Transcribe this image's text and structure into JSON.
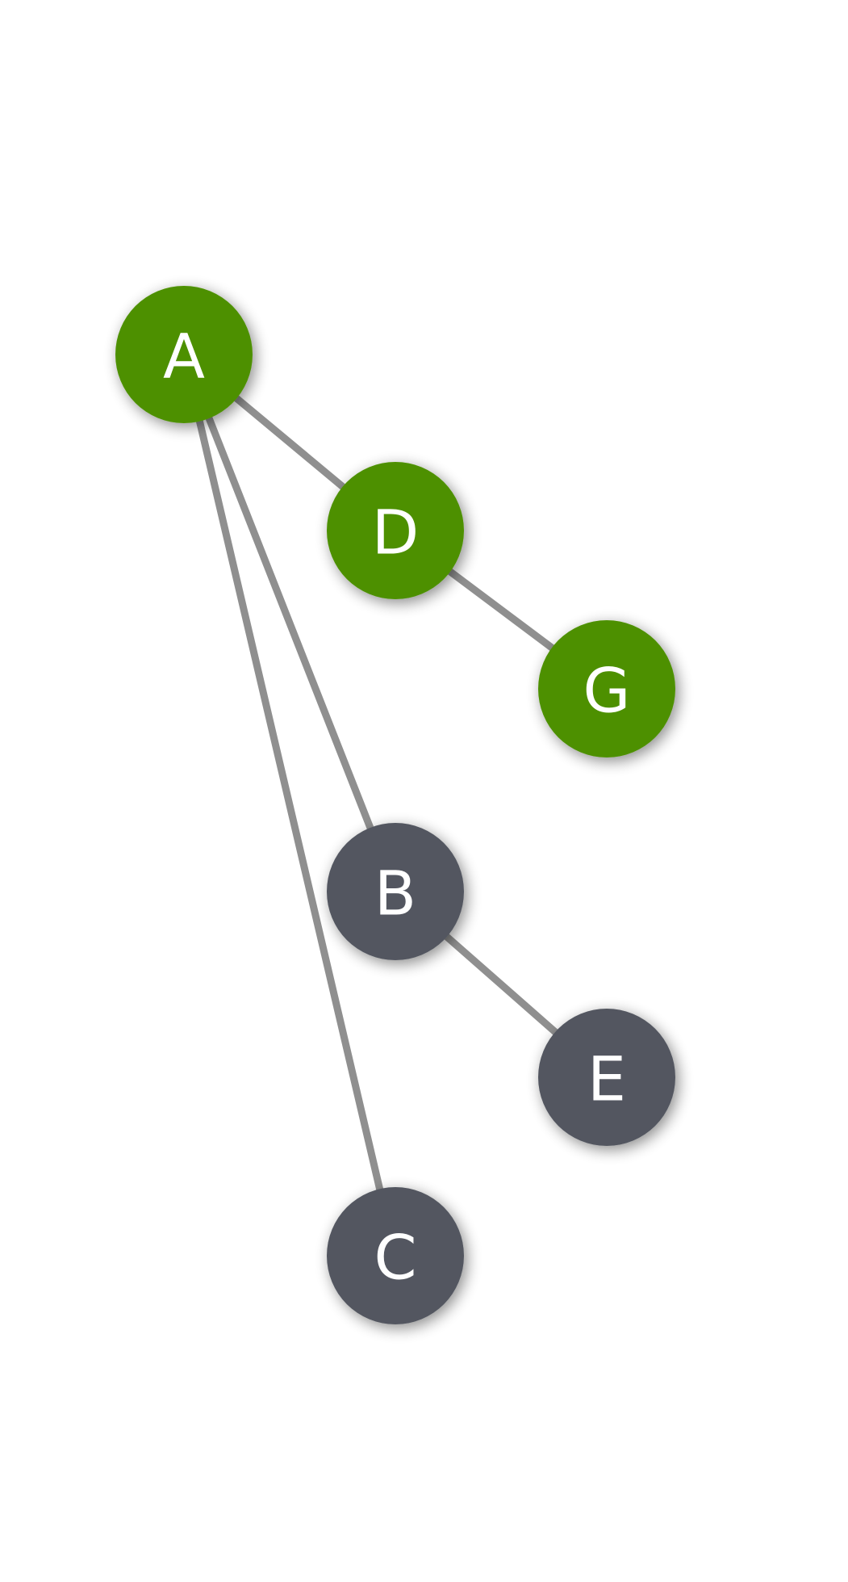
{
  "diagram": {
    "type": "tree",
    "colors": {
      "highlighted_node": "#4e9000",
      "default_node": "#525760",
      "edge": "#8f8f8f",
      "label": "#ffffff",
      "background": "#ffffff"
    },
    "nodes": [
      {
        "id": "A",
        "label": "A",
        "highlighted": true
      },
      {
        "id": "D",
        "label": "D",
        "highlighted": true
      },
      {
        "id": "G",
        "label": "G",
        "highlighted": true
      },
      {
        "id": "B",
        "label": "B",
        "highlighted": false
      },
      {
        "id": "E",
        "label": "E",
        "highlighted": false
      },
      {
        "id": "C",
        "label": "C",
        "highlighted": false
      }
    ],
    "edges": [
      {
        "from": "A",
        "to": "D"
      },
      {
        "from": "D",
        "to": "G"
      },
      {
        "from": "A",
        "to": "B"
      },
      {
        "from": "B",
        "to": "E"
      },
      {
        "from": "A",
        "to": "C"
      }
    ]
  }
}
